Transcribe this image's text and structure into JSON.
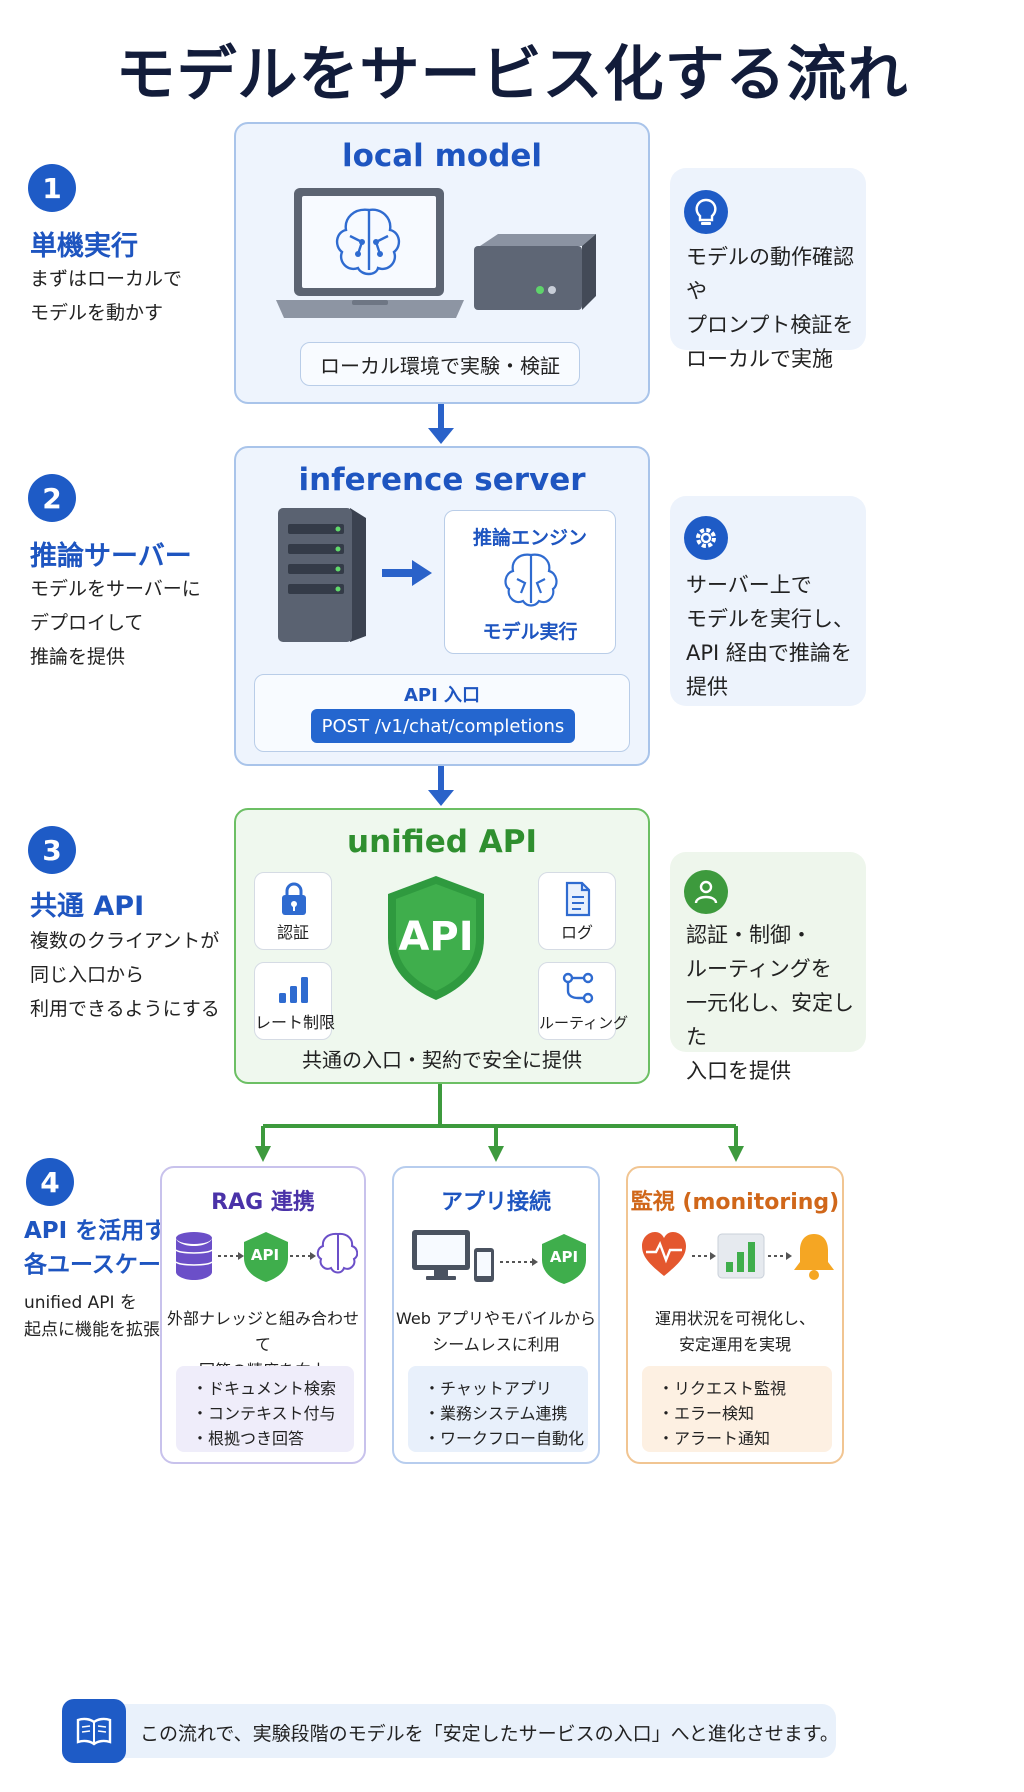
{
  "title": "モデルをサービス化する流れ",
  "steps": [
    {
      "num": "1",
      "title": "単機実行",
      "desc": "まずはローカルで\nモデルを動かす"
    },
    {
      "num": "2",
      "title": "推論サーバー",
      "desc": "モデルをサーバーに\nデプロイして\n推論を提供"
    },
    {
      "num": "3",
      "title": "共通 API",
      "desc": "複数のクライアントが\n同じ入口から\n利用できるようにする"
    },
    {
      "num": "4",
      "title": "API を活用する\n各ユースケース",
      "desc": "unified API を\n起点に機能を拡張"
    }
  ],
  "local": {
    "title": "local model",
    "pill": "ローカル環境で実験・検証"
  },
  "server": {
    "title": "inference server",
    "engine_top": "推論エンジン",
    "engine_bottom": "モデル実行",
    "api_label": "API 入口",
    "endpoint": "POST /v1/chat/completions"
  },
  "unified": {
    "title": "unified API",
    "shield": "API",
    "tiles": [
      "認証",
      "ログ",
      "レート制限",
      "ルーティング"
    ],
    "caption": "共通の入口・契約で安全に提供"
  },
  "notes": [
    "モデルの動作確認や\nプロンプト検証を\nローカルで実施",
    "サーバー上で\nモデルを実行し、\nAPI 経由で推論を\n提供",
    "認証・制御・\nルーティングを\n一元化し、安定した\n入口を提供"
  ],
  "usecases": [
    {
      "title": "RAG 連携",
      "badge": "API",
      "desc": "外部ナレッジと組み合わせて\n回答の精度を向上",
      "items": [
        "・ドキュメント検索",
        "・コンテキスト付与",
        "・根拠つき回答"
      ]
    },
    {
      "title": "アプリ接続",
      "badge": "API",
      "desc": "Web アプリやモバイルから\nシームレスに利用",
      "items": [
        "・チャットアプリ",
        "・業務システム連携",
        "・ワークフロー自動化"
      ]
    },
    {
      "title": "監視 (monitoring)",
      "desc": "運用状況を可視化し、\n安定運用を実現",
      "items": [
        "・リクエスト監視",
        "・エラー検知",
        "・アラート通知"
      ]
    }
  ],
  "footer": "この流れで、実験段階のモデルを「安定したサービスの入口」へと進化させます。",
  "colors": {
    "blue": "#1e5bc6",
    "green": "#3d9a3d",
    "purple": "#5b3fb0",
    "orange": "#d9741e"
  }
}
